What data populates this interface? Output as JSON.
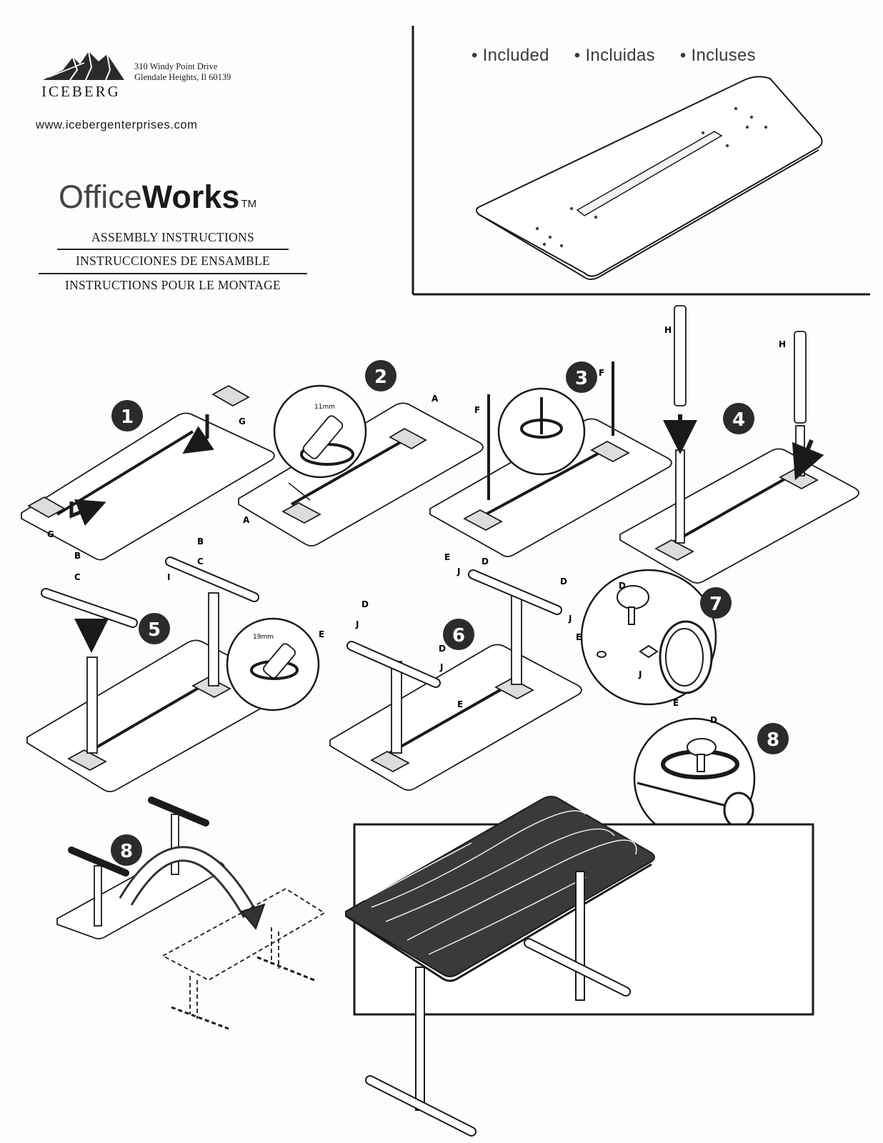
{
  "header": {
    "logo_word": "ICEBERG",
    "address_line1": "310 Windy Point Drive",
    "address_line2": "Glendale Heights, Il 60139",
    "website": "www.icebergenterprises.com"
  },
  "brand": {
    "name_light": "Office",
    "name_bold": "Works",
    "trademark": "TM"
  },
  "titles": {
    "en": "ASSEMBLY INSTRUCTIONS",
    "es": "INSTRUCCIONES DE ENSAMBLE",
    "fr": "INSTRUCTIONS POUR LE MONTAGE"
  },
  "included_legend": {
    "en": "Included",
    "es": "Incluidas",
    "fr": "Incluses"
  },
  "steps": {
    "s1": "1",
    "s2": "2",
    "s3": "3",
    "s4": "4",
    "s5": "5",
    "s6": "6",
    "s7": "7",
    "s8a": "8",
    "s8b": "8"
  },
  "wrench_sizes": {
    "step2": "11mm",
    "step5": "19mm"
  },
  "part_letters": {
    "A": "A",
    "B": "B",
    "C": "C",
    "D": "D",
    "E": "E",
    "F": "F",
    "G": "G",
    "H": "H",
    "I": "I",
    "J": "J"
  },
  "colors": {
    "ink": "#1a1a1a",
    "badge_fill": "#2b2b2b",
    "badge_text": "#ffffff",
    "tabletop_wood": "#3a3a3a"
  }
}
